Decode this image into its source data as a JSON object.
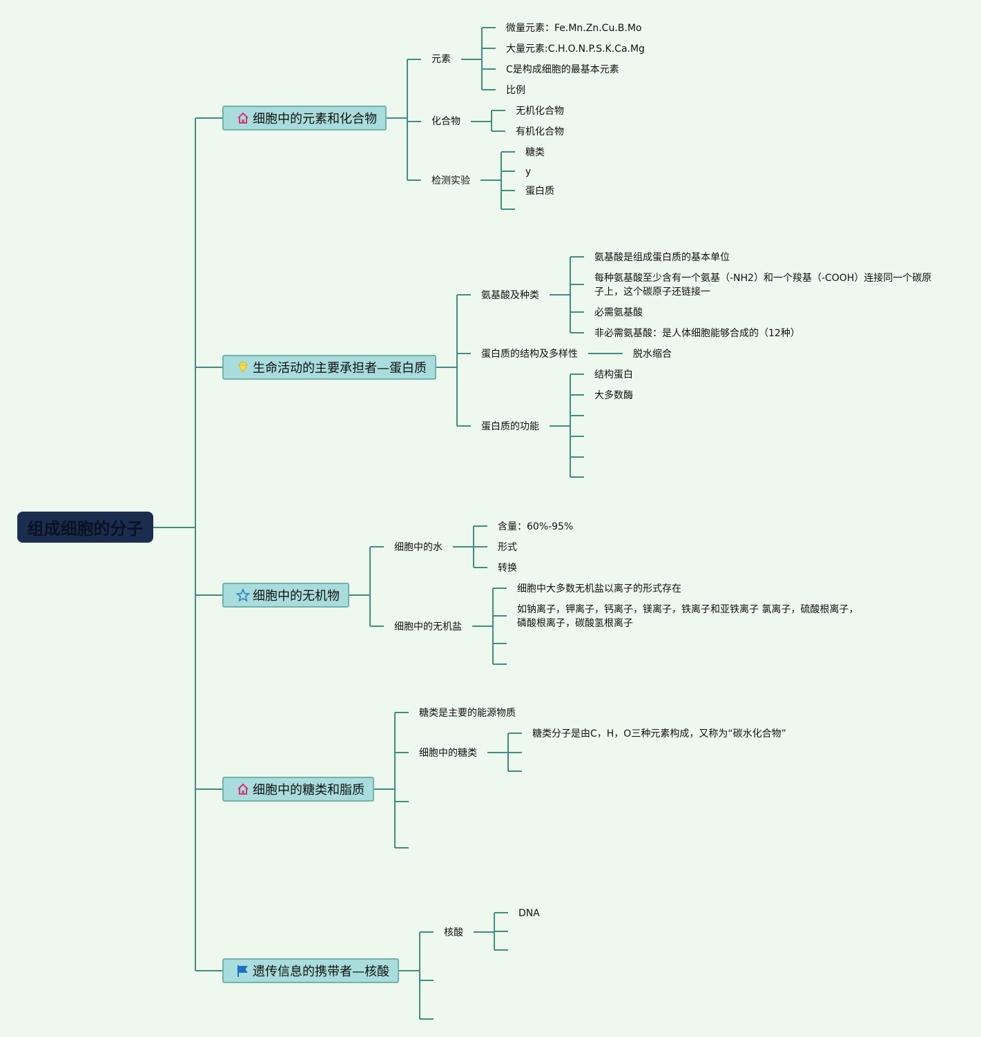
{
  "root": "组成细胞的分子",
  "topic1": {
    "title": "细胞中的元素和化合物",
    "icon": "house-icon",
    "elements": {
      "label": "元素",
      "items": [
        "微量元素：Fe.Mn.Zn.Cu.B.Mo",
        "大量元素:C.H.O.N.P.S.K.Ca.Mg",
        "C是构成细胞的最基本元素",
        "比例"
      ]
    },
    "compounds": {
      "label": "化合物",
      "items": [
        "无机化合物",
        "有机化合物"
      ]
    },
    "tests": {
      "label": "检测实验",
      "items": [
        "糖类",
        "y",
        "蛋白质"
      ]
    }
  },
  "topic2": {
    "title": "生命活动的主要承担者—蛋白质",
    "icon": "diamond-icon",
    "amino": {
      "label": "氨基酸及种类",
      "items": [
        "氨基酸是组成蛋白质的基本单位",
        "每种氨基酸至少含有一个氨基（-NH2）和一个羧基（-COOH）连接同一个碳原子上，这个碳原子还链接一",
        "必需氨基酸",
        "非必需氨基酸：是人体细胞能够合成的（12种）"
      ]
    },
    "structure": {
      "label": "蛋白质的结构及多样性",
      "item": "脱水缩合"
    },
    "function": {
      "label": "蛋白质的功能",
      "items": [
        "结构蛋白",
        "大多数酶"
      ]
    }
  },
  "topic3": {
    "title": "细胞中的无机物",
    "icon": "star-icon",
    "water": {
      "label": "细胞中的水",
      "items": [
        "含量：60%-95%",
        "形式",
        "转换"
      ]
    },
    "salts": {
      "label": "细胞中的无机盐",
      "items": [
        "细胞中大多数无机盐以离子的形式存在",
        "如钠离子，钾离子，钙离子，镁离子，铁离子和亚铁离子 氯离子，硫酸根离子，磷酸根离子，碳酸氢根离子"
      ]
    }
  },
  "topic4": {
    "title": "细胞中的糖类和脂质",
    "icon": "house-icon",
    "energy": "糖类是主要的能源物质",
    "sugar": {
      "label": "细胞中的糖类",
      "item": "糖类分子是由C，H，O三种元素构成，又称为“碳水化合物”"
    }
  },
  "topic5": {
    "title": "遗传信息的携带者—核酸",
    "icon": "flag-icon",
    "nucleic": {
      "label": "核酸",
      "item": "DNA"
    }
  },
  "colors": {
    "background": "#eef8ee",
    "connector": "#3f8c80",
    "root_fill": "#1b2d4f",
    "topic_fill": "#a9dcdc",
    "topic_border": "#6fb3ac"
  }
}
